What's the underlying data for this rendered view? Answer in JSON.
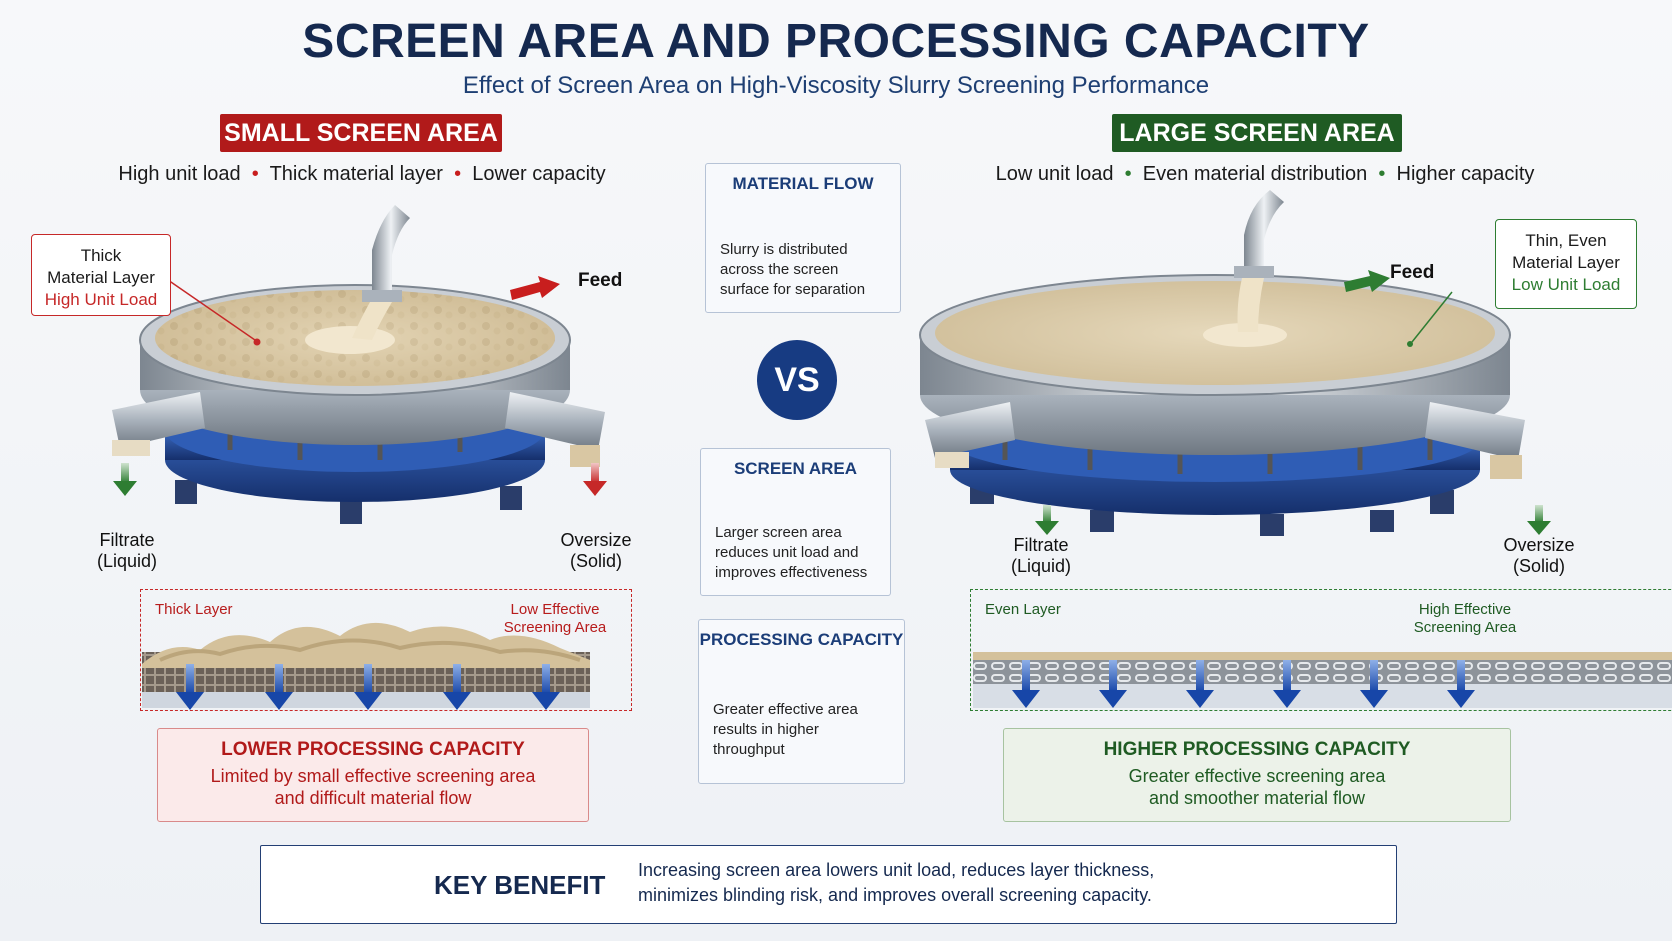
{
  "header": {
    "title": "SCREEN AREA AND PROCESSING CAPACITY",
    "subtitle": "Effect of Screen Area on High-Viscosity Slurry Screening Performance"
  },
  "left": {
    "badge": "SMALL SCREEN AREA",
    "attributes": [
      "High unit load",
      "Thick material layer",
      "Lower capacity"
    ],
    "callout": {
      "line1": "Thick",
      "line2": "Material Layer",
      "line3": "High Unit Load"
    },
    "feed": "Feed",
    "filtrate": {
      "line1": "Filtrate",
      "line2": "(Liquid)"
    },
    "oversize": {
      "line1": "Oversize",
      "line2": "(Solid)"
    },
    "detail": {
      "left_label": "Thick Layer",
      "right_label_1": "Low Effective",
      "right_label_2": "Screening Area"
    },
    "result": {
      "title": "LOWER PROCESSING CAPACITY",
      "line1": "Limited by small effective screening area",
      "line2": "and difficult material flow"
    }
  },
  "right": {
    "badge": "LARGE SCREEN AREA",
    "attributes": [
      "Low unit load",
      "Even material distribution",
      "Higher capacity"
    ],
    "callout": {
      "line1": "Thin, Even",
      "line2": "Material Layer",
      "line3": "Low Unit Load"
    },
    "feed": "Feed",
    "filtrate": {
      "line1": "Filtrate",
      "line2": "(Liquid)"
    },
    "oversize": {
      "line1": "Oversize",
      "line2": "(Solid)"
    },
    "detail": {
      "left_label": "Even Layer",
      "right_label_1": "High Effective",
      "right_label_2": "Screening Area"
    },
    "result": {
      "title": "HIGHER PROCESSING CAPACITY",
      "line1": "Greater effective screening area",
      "line2": "and smoother material flow"
    }
  },
  "center": {
    "vs": "VS",
    "material_flow": {
      "title": "MATERIAL FLOW",
      "lines": [
        "Slurry is distributed",
        "across the screen",
        "surface for separation"
      ]
    },
    "screen_area": {
      "title": "SCREEN AREA",
      "lines": [
        "Larger screen area",
        "reduces unit load and",
        "improves effectiveness"
      ]
    },
    "processing_capacity": {
      "title": "PROCESSING CAPACITY",
      "lines": [
        "Greater effective area",
        "results in higher",
        "throughput"
      ]
    }
  },
  "key_benefit": {
    "title": "KEY BENEFIT",
    "line1": "Increasing screen area lowers unit load, reduces layer thickness,",
    "line2": "minimizes blinding risk, and improves overall screening capacity.",
    "icon": "growth-chart-icon"
  },
  "colors": {
    "navy": "#15294f",
    "red": "#b11a1a",
    "green": "#1f5b23",
    "frame_blue": "#1e4aa0",
    "slurry": "#d9c7a3",
    "steel": "#b9c0c8"
  }
}
